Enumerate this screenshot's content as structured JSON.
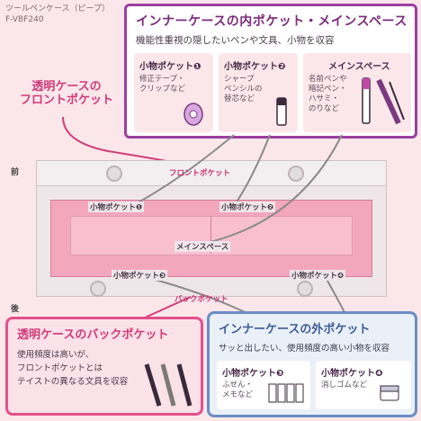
{
  "product": {
    "name": "ツールペンケース（ピープ）",
    "code": "F-VBF240"
  },
  "inner_case": {
    "title": "インナーケースの内ポケット・メインスペース",
    "subtitle": "機能性重視の隠したいペンや文具、小物を収容",
    "pockets": [
      {
        "label": "小物ポケット❶",
        "desc": [
          "修正テープ・",
          "クリップなど"
        ]
      },
      {
        "label": "小物ポケット❷",
        "desc": [
          "シャープ",
          "ペンシルの",
          "替芯など"
        ]
      },
      {
        "label": "メインスペース",
        "desc": [
          "名前ペンや",
          "暗記ペン・",
          "ハサミ・",
          "のりなど"
        ]
      }
    ]
  },
  "front_pocket_label": [
    "透明ケースの",
    "フロントポケット"
  ],
  "diagram": {
    "front_mark": "前",
    "back_mark": "後",
    "callouts": {
      "front_pocket": "フロントポケット",
      "pocket1": "小物ポケット❶",
      "pocket2": "小物ポケット❷",
      "main_space": "メインスペース",
      "pocket3": "小物ポケット❸",
      "pocket4": "小物ポケット❹",
      "back_pocket": "バックポケット"
    }
  },
  "back_pocket": {
    "title": "透明ケースのバックポケット",
    "desc": [
      "使用頻度は高いが、",
      "フロントポケットとは",
      "テイストの異なる文具を収容"
    ]
  },
  "outer_pocket": {
    "title": "インナーケースの外ポケット",
    "subtitle": "サッと出したい、使用頻度の高い小物を収容",
    "pockets": [
      {
        "label": "小物ポケット❸",
        "desc": [
          "ふせん・",
          "メモなど"
        ]
      },
      {
        "label": "小物ポケット❹",
        "desc": [
          "消しゴムなど"
        ]
      }
    ]
  },
  "colors": {
    "inner_border": "#9b3fa0",
    "back_border": "#e3508b",
    "outer_border": "#6b8cc4",
    "tray": "#f3a7bd"
  }
}
